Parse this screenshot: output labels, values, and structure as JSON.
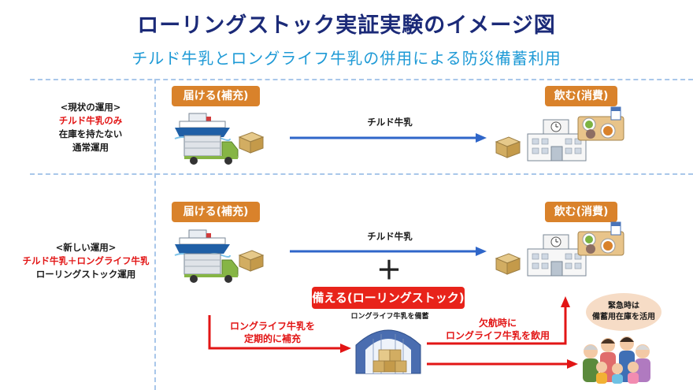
{
  "header": {
    "title": "ローリングストック実証実験のイメージ図",
    "subtitle": "チルド牛乳とロングライフ牛乳の併用による防災備蓄利用"
  },
  "current": {
    "label_line1": "<現状の運用>",
    "label_line2": "チルド牛乳のみ",
    "label_line3": "在庫を持たない",
    "label_line4": "通常運用",
    "deliver_label": "届ける(補充)",
    "consume_label": "飲む(消費)",
    "arrow_label": "チルド牛乳"
  },
  "new": {
    "label_line1": "<新しい運用>",
    "label_line2": "チルド牛乳＋ロングライフ牛乳",
    "label_line3": "ローリングストック運用",
    "deliver_label": "届ける(補充)",
    "consume_label": "飲む(消費)",
    "arrow_label": "チルド牛乳",
    "plus": "＋",
    "stock_label": "備える(ローリングストック)",
    "warehouse_caption": "ロングライフ牛乳を備蓄",
    "resupply_text": "ロングライフ牛乳を\n定期的に補充",
    "outage_text": "欠航時に\nロングライフ牛乳を飲用",
    "bubble_text": "緊急時は\n備蓄用在庫を活用"
  },
  "colors": {
    "title": "#1b2a78",
    "subtitle": "#1e9ad6",
    "orange": "#d9822b",
    "red": "#e8231a",
    "blue_arrow": "#2f66c9"
  },
  "icons": {
    "ship": "ship-icon",
    "truck": "truck-icon",
    "box": "milk-box-icon",
    "school": "school-icon",
    "meal": "school-lunch-icon",
    "warehouse": "warehouse-icon",
    "family": "family-icon"
  }
}
